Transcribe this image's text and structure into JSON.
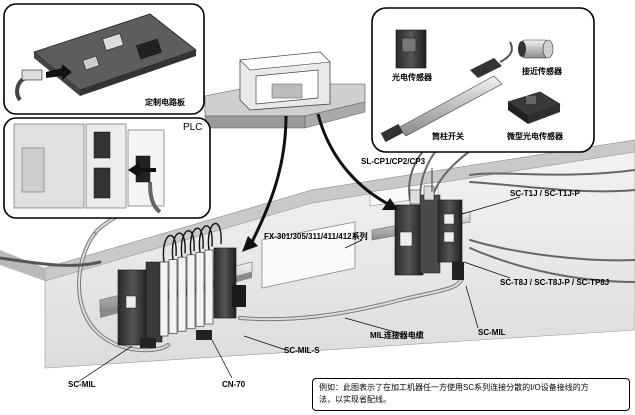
{
  "labels": {
    "custom_board": "定制电路板",
    "plc": "PLC",
    "photo_sensor": "光电传感器",
    "proximity_sensor": "接近传感器",
    "cylinder_switch": "筒柱开关",
    "micro_photo_sensor": "微型光电传感器",
    "sl_cp": "SL-CP1/CP2/CP3",
    "sc_t1j": "SC-T1J / SC-T1J-P",
    "sc_t8j": "SC-T8J / SC-T8J-P / SC-TP8J",
    "fx_series": "FX-301/305/311/411/412系列",
    "mil_cable": "MIL连接器电缆",
    "sc_mil_right": "SC-MIL",
    "sc_mil_s": "SC-MIL-S",
    "sc_mil_left": "SC-MIL",
    "cn70": "CN-70"
  },
  "note": {
    "line1": "例如：此图表示了在加工机器任一方使用SC系列连接分散的I/O设备接线的方",
    "line2": "法，以实现省配线。"
  }
}
